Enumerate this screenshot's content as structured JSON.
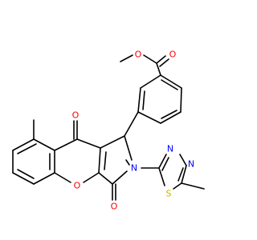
{
  "figure": {
    "type": "chemical-structure",
    "atoms": {
      "ester_o_carbonyl": "O",
      "ester_o_methoxy": "O",
      "ketone_o": "O",
      "lactam_o": "O",
      "chromene_o": "O",
      "lactam_n": "N",
      "thiadiazole_n3": "N",
      "thiadiazole_n4": "N",
      "thiadiazole_s": "S"
    },
    "colors": {
      "bond": "#000000",
      "oxygen": "#ff0000",
      "nitrogen": "#0000ff",
      "sulfur": "#c8b400"
    }
  }
}
